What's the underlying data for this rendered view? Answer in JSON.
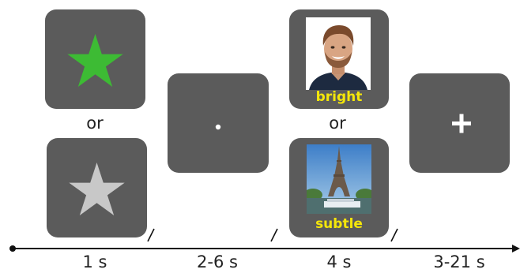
{
  "cue": {
    "or_label": "or",
    "star_top": {
      "icon": "star-icon",
      "color": "#3dbb34"
    },
    "star_bottom": {
      "icon": "star-icon",
      "color": "#c8c8c8"
    }
  },
  "delay": {
    "icon": "dot-icon"
  },
  "stimulus": {
    "or_label": "or",
    "face_caption": "bright",
    "scene_caption": "subtle"
  },
  "iti": {
    "icon": "plus-icon"
  },
  "timeline": {
    "durations": [
      "1 s",
      "2-6 s",
      "4 s",
      "3-21 s"
    ]
  },
  "colors": {
    "panel": "#5b5b5b",
    "caption": "#f4e60a",
    "timeline": "#111111"
  }
}
